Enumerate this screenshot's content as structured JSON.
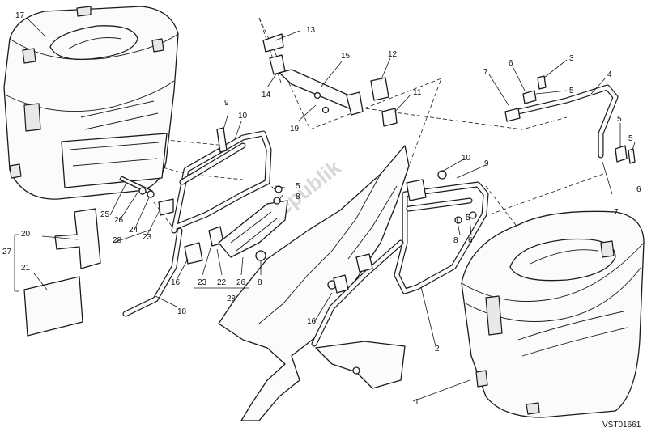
{
  "diagram": {
    "code": "VST01661",
    "watermark": "PartsRepublik",
    "callouts": {
      "c1": "1",
      "c2": "2",
      "c3": "3",
      "c4": "4",
      "c5a": "5",
      "c5b": "5",
      "c5c": "5",
      "c6a": "6",
      "c6b": "6",
      "c7a": "7",
      "c7b": "7",
      "c8a": "8",
      "c8b": "8",
      "c8c": "8",
      "c9a": "9",
      "c9b": "9",
      "c10a": "10",
      "c10b": "10",
      "c11": "11",
      "c12": "12",
      "c13": "13",
      "c14": "14",
      "c15": "15",
      "c16a": "16",
      "c16b": "16",
      "c17": "17",
      "c18": "18",
      "c19": "19",
      "c20": "20",
      "c21": "21",
      "c22": "22",
      "c23a": "23",
      "c23b": "23",
      "c24": "24",
      "c25": "25",
      "c26a": "26",
      "c26b": "26",
      "c27": "27",
      "c28a": "28",
      "c28b": "28"
    }
  }
}
